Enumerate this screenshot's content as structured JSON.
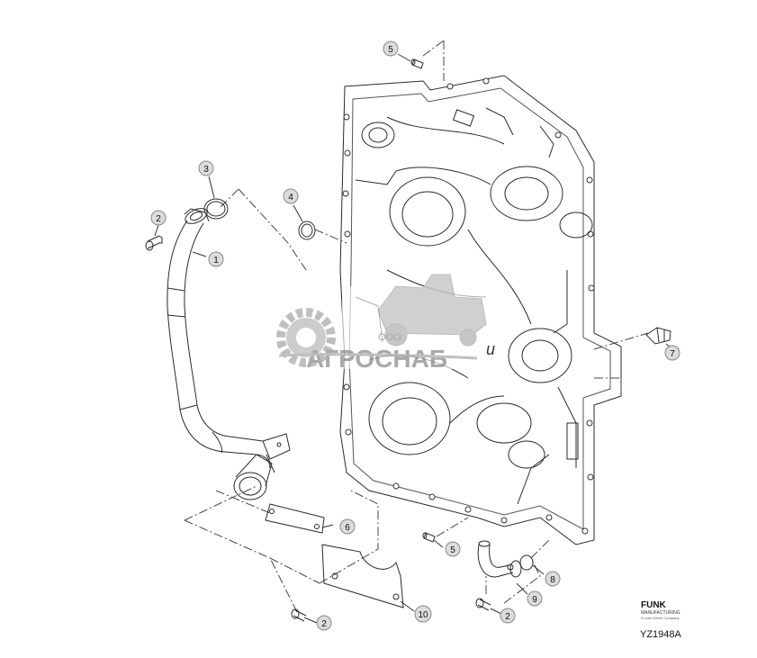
{
  "callouts": [
    {
      "label": "1"
    },
    {
      "label": "2"
    },
    {
      "label": "2"
    },
    {
      "label": "2"
    },
    {
      "label": "2"
    },
    {
      "label": "3"
    },
    {
      "label": "4"
    },
    {
      "label": "5"
    },
    {
      "label": "5"
    },
    {
      "label": "6"
    },
    {
      "label": "7"
    },
    {
      "label": "8"
    },
    {
      "label": "9"
    },
    {
      "label": "10"
    }
  ],
  "watermark": {
    "small": "ООО",
    "name": "АГРОСНАБ"
  },
  "stray_glyph": "и",
  "maker": {
    "brand": "FUNK",
    "line1": "MANUFACTURING",
    "line2": "A John Deere Company"
  },
  "figure_id": "YZ1948A"
}
